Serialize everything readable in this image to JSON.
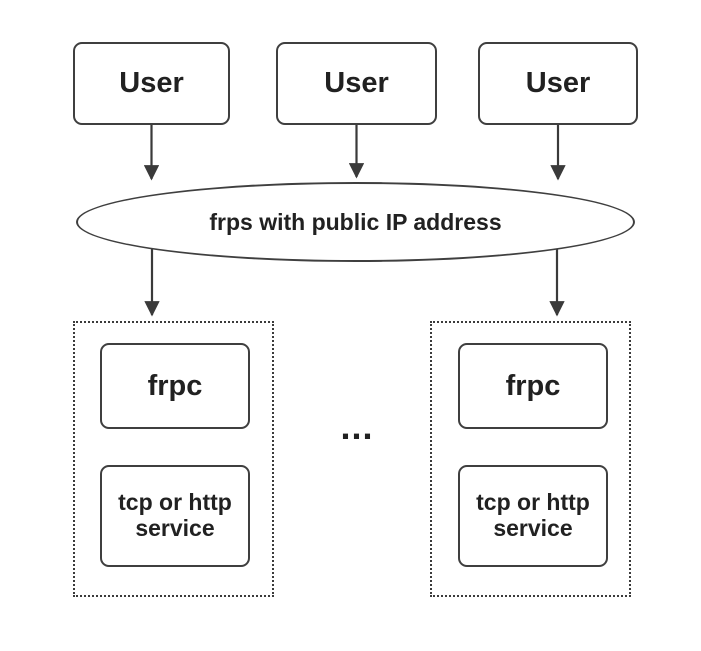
{
  "colors": {
    "stroke": "#3f3f3f",
    "dotted_border": "#3b3b3b",
    "text": "#212121",
    "background": "#ffffff"
  },
  "nodes": {
    "users": [
      {
        "label": "User"
      },
      {
        "label": "User"
      },
      {
        "label": "User"
      }
    ],
    "server": {
      "label": "frps with public IP address"
    },
    "clients": [
      {
        "frpc": "frpc",
        "service": "tcp or http service"
      },
      {
        "frpc": "frpc",
        "service": "tcp or http service"
      }
    ],
    "ellipsis": "..."
  }
}
